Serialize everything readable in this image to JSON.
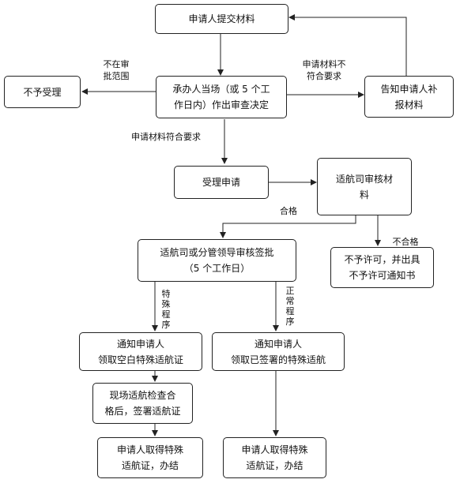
{
  "nodes": {
    "submit": "申请人提交材料",
    "review": "承办人当场（或 5 个工\n作日内）作出审查决定",
    "reject": "不予受理",
    "supplement": "告知申请人补\n报材料",
    "accept": "受理申请",
    "airworthiness_review": "适航司审核材\n料",
    "sign": "适航司或分管领导审核签批\n（5 个工作日）",
    "deny": "不予许可，并出具\n不予许可通知书",
    "notify_blank": "通知申请人\n领取空白特殊适航证",
    "notify_signed": "通知申请人\n领取已签署的特殊适航",
    "onsite": "现场适航检查合\n格后，签署适航证",
    "done_left": "申请人取得特殊\n适航证，办结",
    "done_right": "申请人取得特殊\n适航证，办结"
  },
  "labels": {
    "out_of_scope": "不在审\n批范围",
    "not_compliant": "申请材料不\n符合要求",
    "compliant": "申请材料符合要求",
    "qualified": "合格",
    "unqualified": "不合格",
    "special_procedure": "特殊程序",
    "normal_procedure": "正常程序"
  }
}
